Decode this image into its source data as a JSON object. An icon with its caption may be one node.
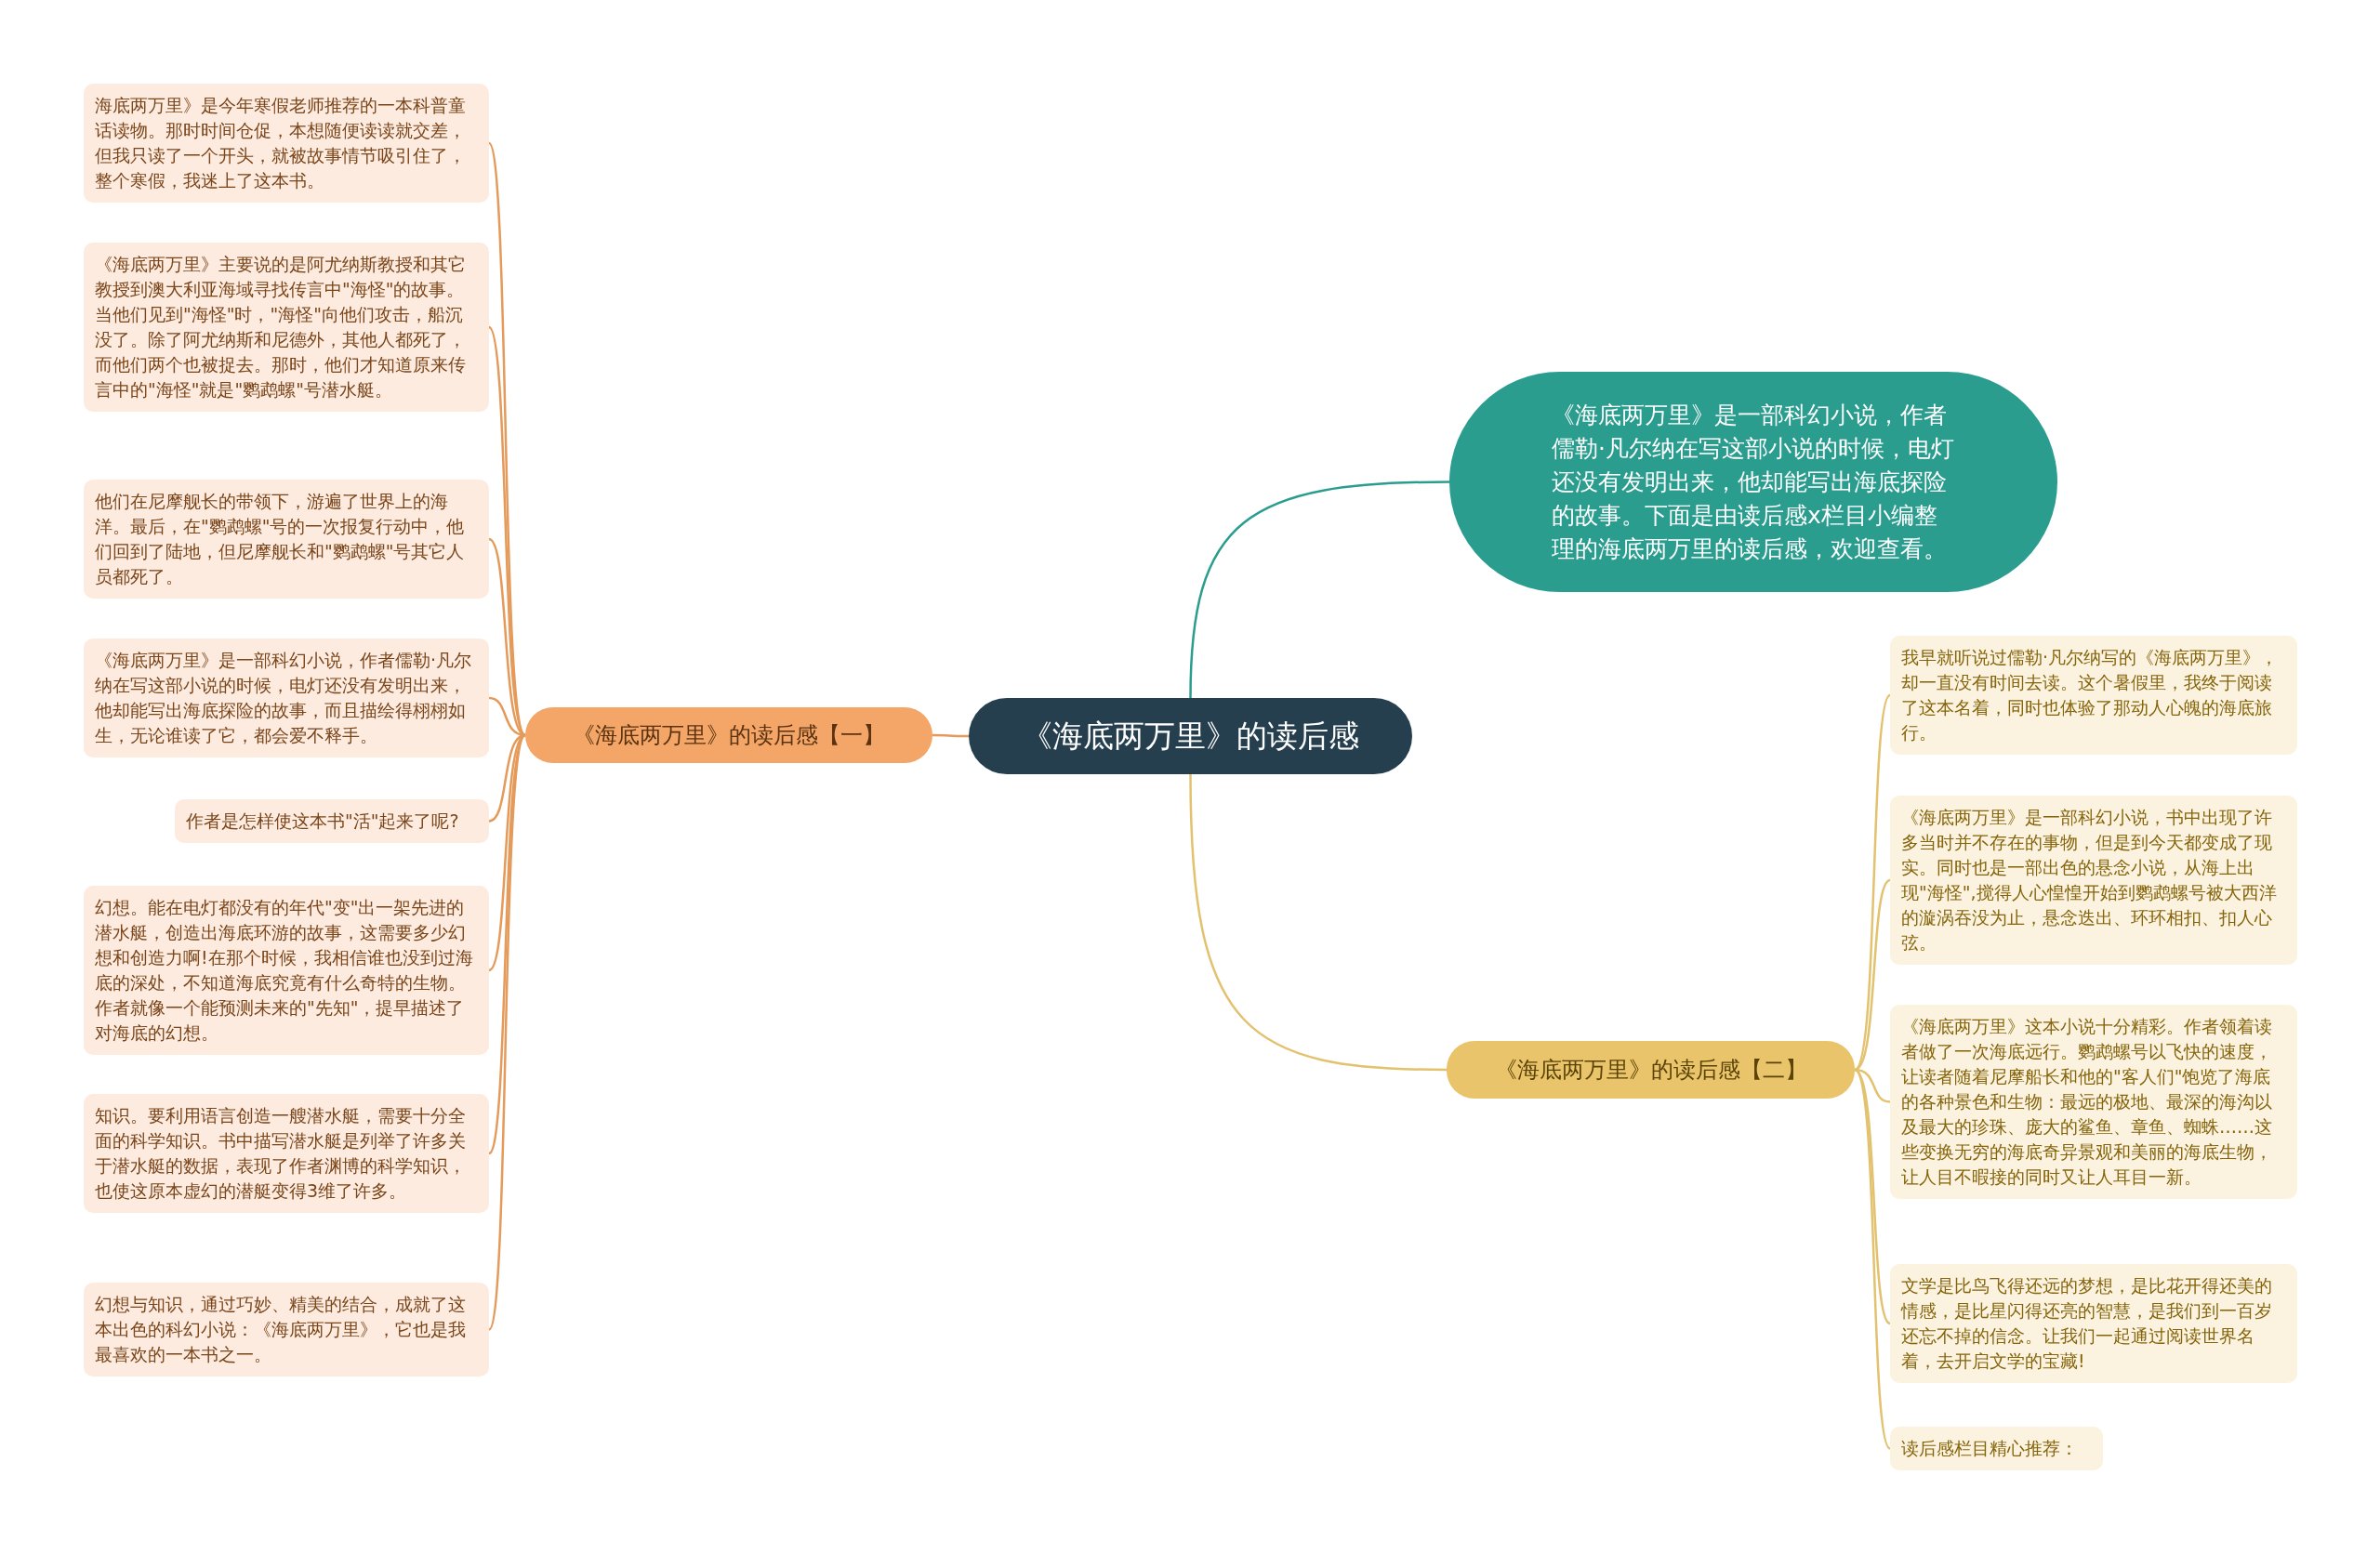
{
  "diagram": {
    "nodes": [
      {
        "text": [
          "《海底两万里》的读后感"
        ]
      },
      {
        "text": [
          "《海底两万里》是一部科幻小说，作者儒勒·凡尔纳在写这部小说的时候，电灯还没有发明出来，他却能写出海底探险的故事。下面是由读后感x栏目小编整理的海底两万里的读后感，欢迎查看。"
        ]
      },
      {
        "text": [
          "《海底两万里》的读后感【一】"
        ]
      },
      {
        "text": [
          "海底两万里》是今年寒假老师推荐的一本科普童话读物。那时时间仓促，本想随便读读就交差，但我只读了一个开头，就被故事情节吸引住了，整个寒假，我迷上了这本书。"
        ]
      },
      {
        "text": [
          "《海底两万里》主要说的是阿尤纳斯教授和其它教授到澳大利亚海域寻找传言中\"海怪\"的故事。当他们见到\"海怪\"时，\"海怪\"向他们攻击，船沉没了。除了阿尤纳斯和尼德外，其他人都死了，而他们两个也被捉去。那时，他们才知道原来传言中的\"海怪\"就是\"鹦鹉螺\"号潜水艇。"
        ]
      },
      {
        "text": [
          "他们在尼摩舰长的带领下，游遍了世界上的海洋。最后，在\"鹦鹉螺\"号的一次报复行动中，他们回到了陆地，但尼摩舰长和\"鹦鹉螺\"号其它人员都死了。"
        ]
      },
      {
        "text": [
          "《海底两万里》是一部科幻小说，作者儒勒·凡尔纳在写这部小说的时候，电灯还没有发明出来，他却能写出海底探险的故事，而且描绘得栩栩如生，无论谁读了它，都会爱不释手。"
        ]
      },
      {
        "text": [
          "作者是怎样使这本书\"活\"起来了呢?"
        ]
      },
      {
        "text": [
          "幻想。能在电灯都没有的年代\"变\"出一架先进的潜水艇，创造出海底环游的故事，这需要多少幻想和创造力啊!在那个时候，我相信谁也没到过海底的深处，不知道海底究竟有什么奇特的生物。作者就像一个能预测未来的\"先知\"，提早描述了对海底的幻想。"
        ]
      },
      {
        "text": [
          "知识。要利用语言创造一艘潜水艇，需要十分全面的科学知识。书中描写潜水艇是列举了许多关于潜水艇的数据，表现了作者渊博的科学知识，也使这原本虚幻的潜艇变得3维了许多。"
        ]
      },
      {
        "text": [
          "幻想与知识，通过巧妙、精美的结合，成就了这本出色的科幻小说：《海底两万里》，它也是我最喜欢的一本书之一。"
        ]
      },
      {
        "text": [
          "《海底两万里》的读后感【二】"
        ]
      },
      {
        "text": [
          "我早就听说过儒勒·凡尔纳写的《海底两万里》，却一直没有时间去读。这个暑假里，我终于阅读了这本名着，同时也体验了那动人心魄的海底旅行。"
        ]
      },
      {
        "text": [
          "《海底两万里》是一部科幻小说，书中出现了许多当时并不存在的事物，但是到今天都变成了现实。同时也是一部出色的悬念小说，从海上出现\"海怪\",搅得人心惶惶开始到鹦鹉螺号被大西洋的漩涡吞没为止，悬念迭出、环环相扣、扣人心弦。"
        ]
      },
      {
        "text": [
          "《海底两万里》这本小说十分精彩。作者领着读者做了一次海底远行。鹦鹉螺号以飞快的速度，让读者随着尼摩船长和他的\"客人们\"饱览了海底的各种景色和生物：最远的极地、最深的海沟以及最大的珍珠、庞大的鲨鱼、章鱼、蜘蛛……这些变换无穷的海底奇异景观和美丽的海底生物，让人目不暇接的同时又让人耳目一新。"
        ]
      },
      {
        "text": [
          "文学是比鸟飞得还远的梦想，是比花开得还美的情感，是比星闪得还亮的智慧，是我们到一百岁还忘不掉的信念。让我们一起通过阅读世界名着，去开启文学的宝藏!"
        ]
      },
      {
        "text": [
          "读后感栏目精心推荐："
        ]
      }
    ],
    "edges": [
      {
        "from": 0,
        "to": 1,
        "arrow": "none",
        "color": "#2a9d8f"
      },
      {
        "from": 0,
        "to": 2,
        "arrow": "none"
      },
      {
        "from": 2,
        "to": 3,
        "arrow": "none"
      },
      {
        "from": 2,
        "to": 4,
        "arrow": "none"
      },
      {
        "from": 2,
        "to": 5,
        "arrow": "none"
      },
      {
        "from": 2,
        "to": 6,
        "arrow": "none"
      },
      {
        "from": 2,
        "to": 7,
        "arrow": "none"
      },
      {
        "from": 2,
        "to": 8,
        "arrow": "none"
      },
      {
        "from": 2,
        "to": 9,
        "arrow": "none"
      },
      {
        "from": 2,
        "to": 10,
        "arrow": "none"
      },
      {
        "from": 0,
        "to": 11,
        "arrow": "none",
        "color": "#e2c26e"
      },
      {
        "from": 11,
        "to": 12,
        "arrow": "none",
        "color": "#e2c26e"
      },
      {
        "from": 11,
        "to": 13,
        "arrow": "none",
        "color": "#e2c26e"
      },
      {
        "from": 11,
        "to": 14,
        "arrow": "none",
        "color": "#e2c26e"
      },
      {
        "from": 11,
        "to": 15,
        "arrow": "none",
        "color": "#e2c26e"
      },
      {
        "from": 11,
        "to": 16,
        "arrow": "none",
        "color": "#e2c26e"
      }
    ]
  }
}
